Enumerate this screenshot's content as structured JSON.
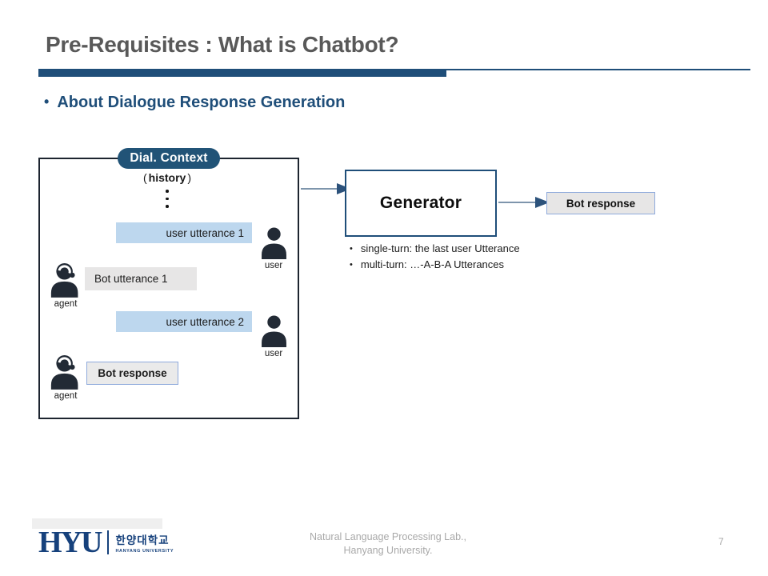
{
  "header": {
    "title": "Pre-Requisites : What is Chatbot?",
    "bullet_glyph": "•",
    "subtitle": "About Dialogue Response Generation"
  },
  "diagram": {
    "context_badge": "Dial. Context",
    "history": {
      "open": "(",
      "label": "history",
      "close": ")"
    },
    "note_bullet": "•",
    "messages": [
      {
        "label": "user utterance 1",
        "speaker": "user"
      },
      {
        "label": "Bot utterance 1",
        "speaker": "agent"
      },
      {
        "label": "user utterance 2",
        "speaker": "user"
      },
      {
        "label": "Bot response",
        "speaker": "agent"
      }
    ],
    "generator_label": "Generator",
    "generator_notes": [
      "single-turn: the last user Utterance",
      "multi-turn: …-A-B-A Utterances"
    ],
    "output_label": "Bot response"
  },
  "footer": {
    "logo_acronym": "HYU",
    "logo_korean": "한양대학교",
    "logo_english": "HANYANG UNIVERSITY",
    "credit_line1": "Natural Language Processing Lab.,",
    "credit_line2": "Hanyang University.",
    "page_number": "7"
  },
  "colors": {
    "accent_navy": "#1F4E79",
    "badge_navy": "#215377",
    "context_border": "#1d2530",
    "user_bubble_blue": "#BDD7EE",
    "bot_bubble_gray": "#E7E6E6",
    "response_border_blue": "#8FAADC",
    "icon_dark": "#222A35",
    "title_gray": "#595959",
    "footer_gray": "#A6A6A6",
    "logo_navy": "#16417C",
    "arrow_line": "#7E95AC",
    "arrow_head": "#2C527B"
  }
}
